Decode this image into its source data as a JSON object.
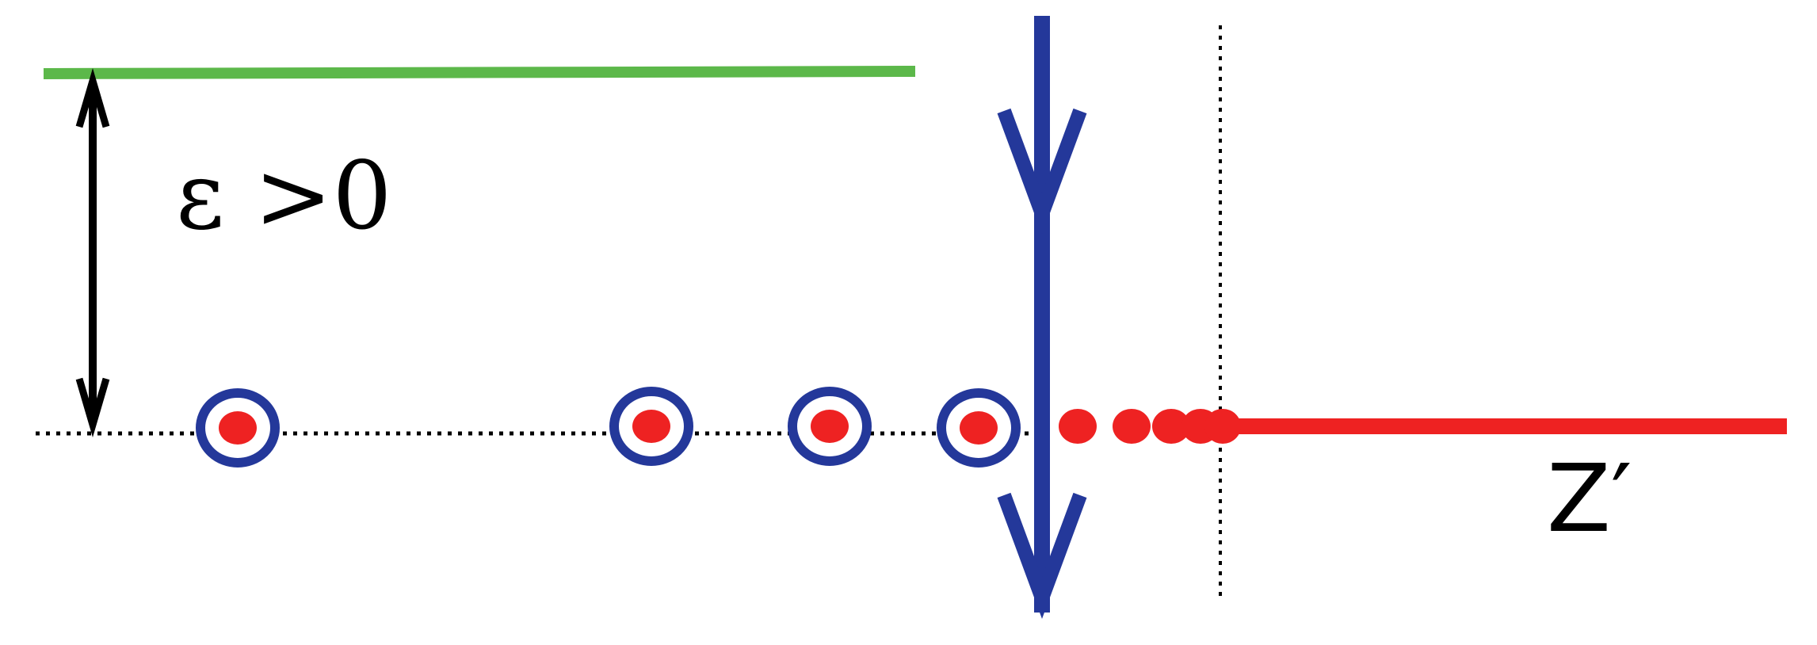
{
  "labels": {
    "epsilon": "ε >0",
    "z_prime": "Z′"
  },
  "colors": {
    "green_line": "#5cb84a",
    "red": "#ee2222",
    "blue": "#24389a",
    "black": "#000000"
  },
  "elements": {
    "circled_red_dots": 4,
    "uncircled_red_dots": 5
  }
}
